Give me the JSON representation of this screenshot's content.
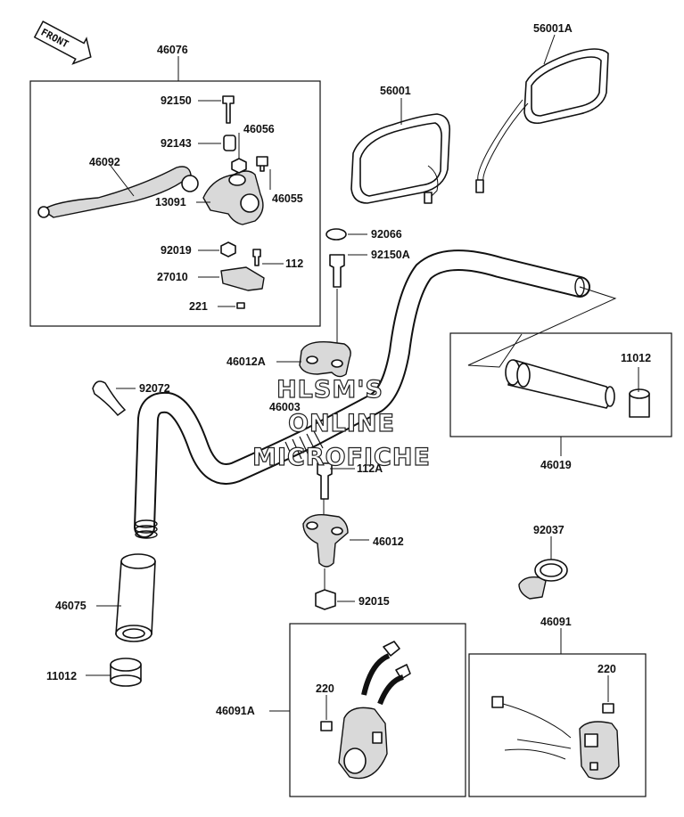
{
  "front_label": "FRONT",
  "watermark": [
    "HLSM'S",
    "ONLINE",
    "MICROFICHE"
  ],
  "labels": {
    "p46076": "46076",
    "p92150": "92150",
    "p92143": "92143",
    "p46056": "46056",
    "p46092": "46092",
    "p46055": "46055",
    "p13091": "13091",
    "p92019": "92019",
    "p112": "112",
    "p27010": "27010",
    "p221": "221",
    "p56001": "56001",
    "p56001A": "56001A",
    "p92066": "92066",
    "p92150A": "92150A",
    "p46012A": "46012A",
    "p92072": "92072",
    "p46003": "46003",
    "p112A": "112A",
    "p11012top": "11012",
    "p46019": "46019",
    "p46012": "46012",
    "p92037": "92037",
    "p46075": "46075",
    "p92015": "92015",
    "p46091": "46091",
    "p11012bot": "11012",
    "p220left": "220",
    "p46091A": "46091A",
    "p220right": "220"
  }
}
